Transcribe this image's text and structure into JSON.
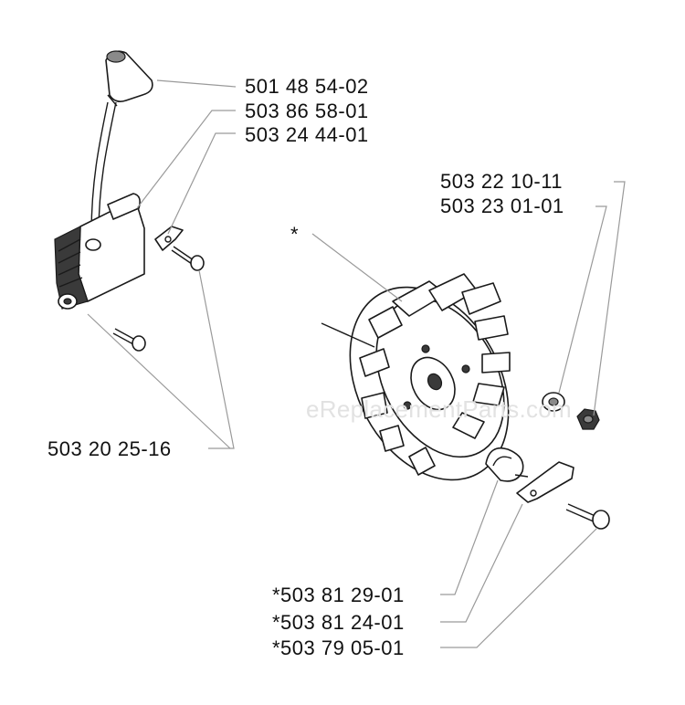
{
  "watermark": "eReplacementParts.com",
  "callouts": {
    "spark_plug_boot": "501 48 54-02",
    "ignition_coil": "503 86 58-01",
    "ground_clip": "503 24 44-01",
    "coil_screws": "503 20 25-16",
    "washer": "503 22 10-11",
    "nut": "503 23 01-01",
    "flywheel_asterisk": "*",
    "spring": "*503 81 29-01",
    "pawl": "*503 81 24-01",
    "pawl_pin": "*503 79 05-01"
  }
}
